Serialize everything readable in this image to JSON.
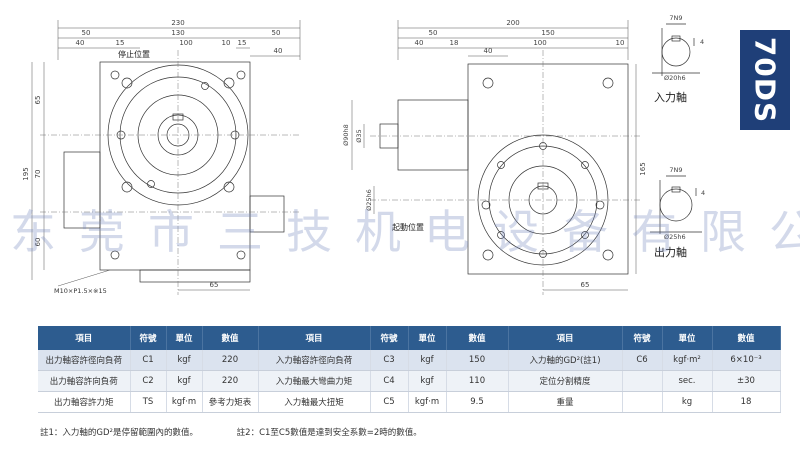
{
  "badge": "70DS",
  "watermark": "东莞市三技机电设备有限公司",
  "drawing": {
    "dims_left_top": [
      "230",
      "50",
      "130",
      "50",
      "40",
      "15",
      "100",
      "10",
      "15",
      "40"
    ],
    "dims_left_side": [
      "195",
      "65",
      "70",
      "60"
    ],
    "dims_left_bottom": [
      "65"
    ],
    "label_stop": "停止位置",
    "label_thread": "M10×P1.5×※15",
    "dims_right_top": [
      "200",
      "50",
      "150",
      "40",
      "18",
      "100",
      "40",
      "10"
    ],
    "dims_right_side": [
      "Ø90h8",
      "Ø35",
      "Ø25h6",
      "165"
    ],
    "dims_right_bottom": [
      "65"
    ],
    "label_start": "起動位置",
    "detail_input": {
      "top": "7N9",
      "side": "4",
      "dia": "Ø20h6",
      "label": "入力軸"
    },
    "detail_output": {
      "top": "7N9",
      "side": "4",
      "dia": "Ø25h6",
      "label": "出力軸"
    }
  },
  "table": {
    "headers": [
      "項目",
      "符號",
      "單位",
      "數值",
      "項目",
      "符號",
      "單位",
      "數值",
      "項目",
      "符號",
      "單位",
      "數值"
    ],
    "rows": [
      [
        "出力軸容許徑向負荷",
        "C1",
        "kgf",
        "220",
        "入力軸容許徑向負荷",
        "C3",
        "kgf",
        "150",
        "入力軸的GD²(註1)",
        "C6",
        "kgf·m²",
        "6×10⁻³"
      ],
      [
        "出力軸容許向負荷",
        "C2",
        "kgf",
        "220",
        "入力軸最大彎曲力矩",
        "C4",
        "kgf",
        "110",
        "定位分割精度",
        "",
        "sec.",
        "±30"
      ],
      [
        "出力軸容許力矩",
        "TS",
        "kgf·m",
        "參考力矩表",
        "入力軸最大扭矩",
        "C5",
        "kgf·m",
        "9.5",
        "重量",
        "",
        "kg",
        "18"
      ]
    ]
  },
  "notes": {
    "note1": "註1：入力軸的GD²是停留範圍內的數值。",
    "note2": "註2：C1至C5數值是達到安全系數=2時的數值。"
  }
}
